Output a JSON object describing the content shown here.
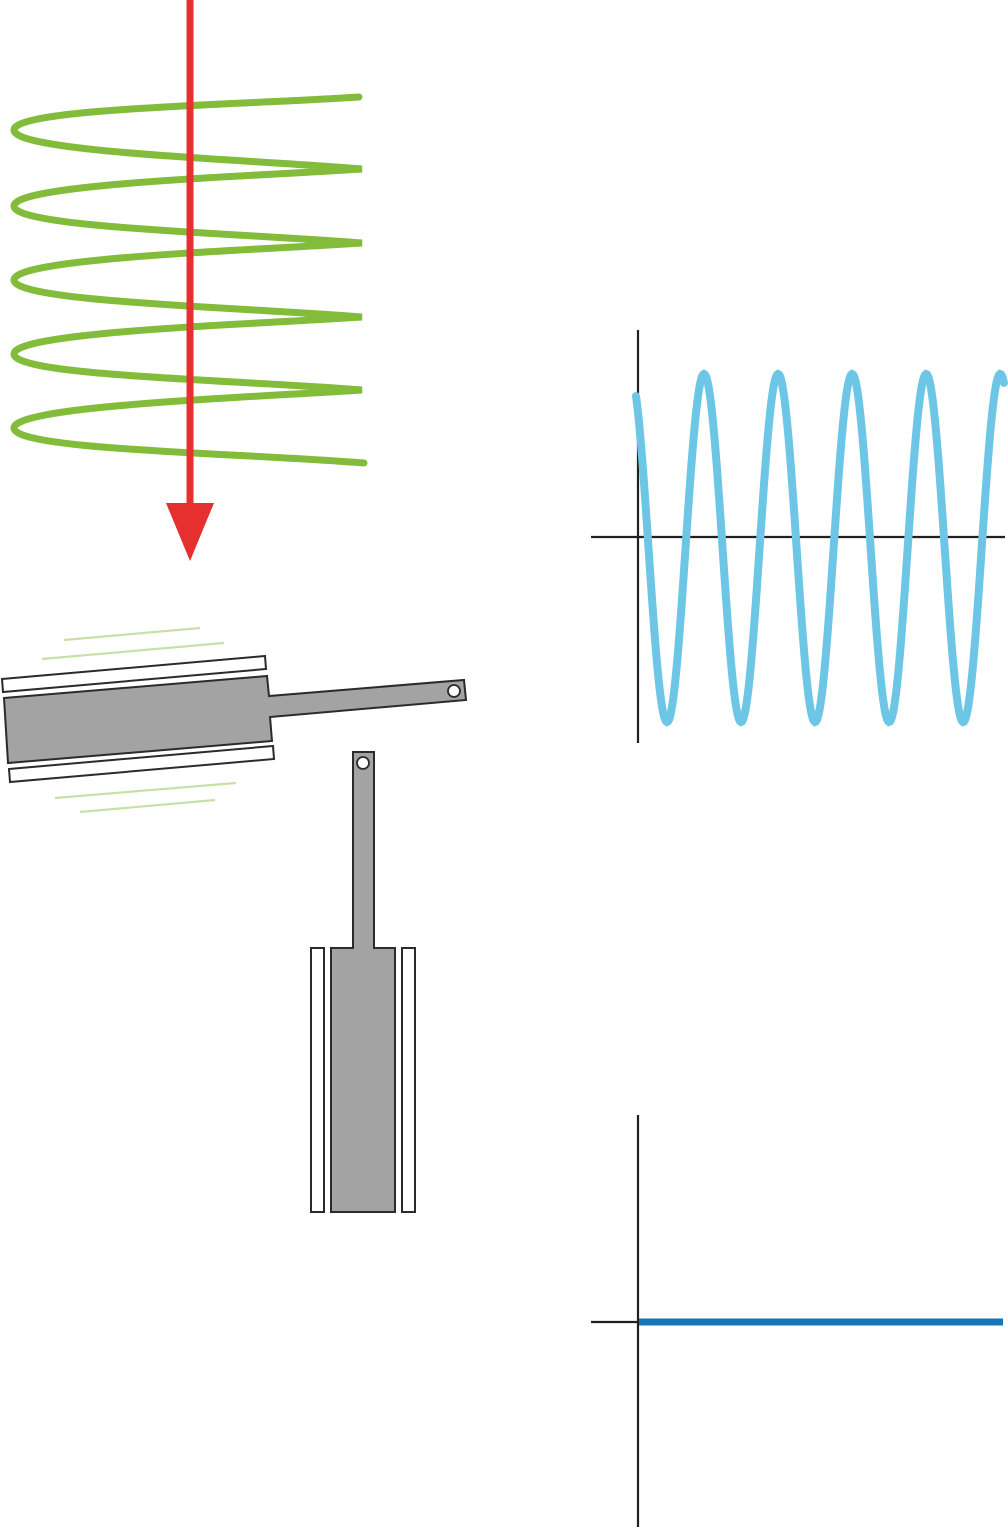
{
  "colors": {
    "coil": "#82bc3a",
    "coil_faint": "#c7e0a6",
    "arrow": "#e5302f",
    "slab_fill": "#a3a3a3",
    "slab_stroke": "#2b2b2b",
    "axis": "#231f20",
    "wave": "#6ec6e6",
    "flat_line": "#1576b7"
  },
  "icons": {
    "coil": "helix-coil-icon",
    "field_arrow": "down-arrow-icon",
    "tilted_slab": "pendulum-slab-icon",
    "upright_slab": "pendulum-slab-icon",
    "damping_lines": "motion-lines-icon"
  },
  "chart_data": [
    {
      "type": "line",
      "title": "",
      "xlabel": "",
      "ylabel": "",
      "series": [
        {
          "shape": "undamped sinusoid",
          "amplitude": 1,
          "cycles": 5
        }
      ],
      "grid": false,
      "ticks": false
    },
    {
      "type": "line",
      "title": "",
      "xlabel": "",
      "ylabel": "",
      "series": [
        {
          "shape": "constant at zero",
          "value": 0
        }
      ],
      "grid": false,
      "ticks": false
    }
  ]
}
